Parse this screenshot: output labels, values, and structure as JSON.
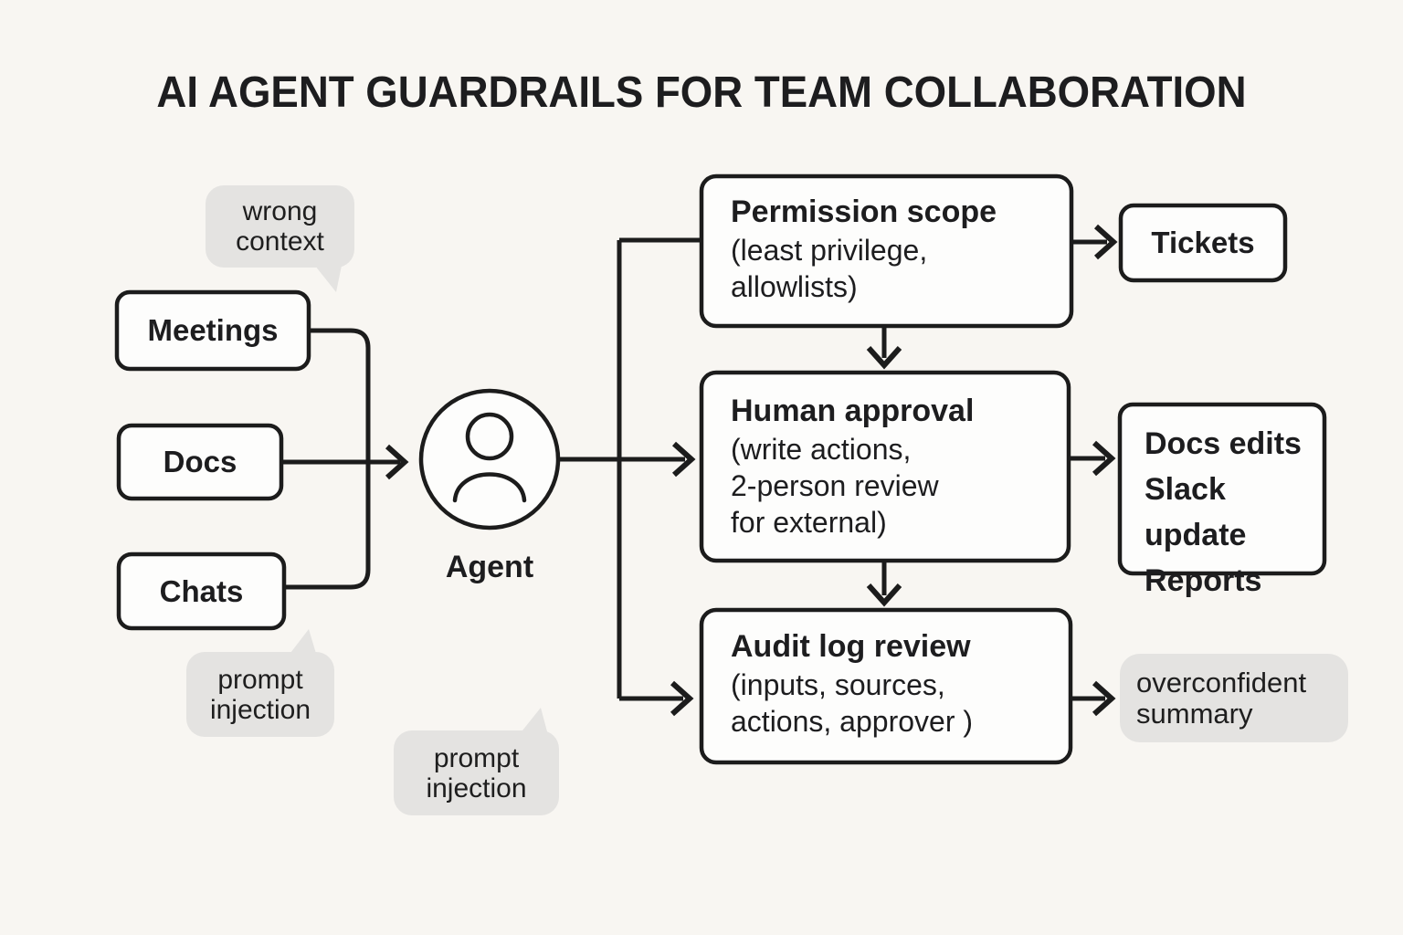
{
  "title": "AI AGENT GUARDRAILS FOR TEAM COLLABORATION",
  "sources": {
    "meetings": "Meetings",
    "docs": "Docs",
    "chats": "Chats"
  },
  "agent": {
    "label": "Agent"
  },
  "risks": {
    "wrong_context": "wrong context",
    "prompt_injection_sources": "prompt injection",
    "prompt_injection_agent": "prompt injection"
  },
  "guardrails": {
    "permission_scope": {
      "title": "Permission scope",
      "lines": [
        "(least privilege,",
        "allowlists)"
      ],
      "output": "Tickets"
    },
    "human_approval": {
      "title": "Human approval",
      "lines": [
        "(write actions,",
        "2-person review",
        "for external)"
      ],
      "outputs": [
        "Docs edits",
        "Slack update",
        "Reports"
      ]
    },
    "audit_log": {
      "title": "Audit log review",
      "lines": [
        "(inputs, sources,",
        "actions, approver )"
      ],
      "output": "overconfident summary"
    }
  },
  "colors": {
    "background": "#f8f6f2",
    "box_fill": "#fdfdfc",
    "stroke": "#1c1c1c",
    "bubble": "#e4e3e1",
    "text": "#1d1d1f"
  }
}
